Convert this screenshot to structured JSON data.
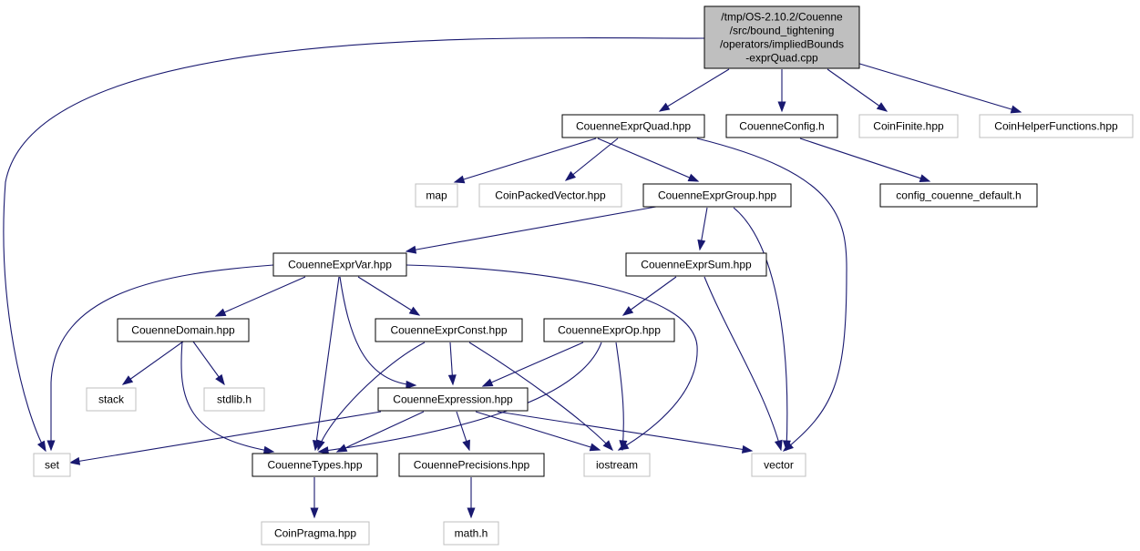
{
  "diagram": {
    "type": "include-dependency-graph",
    "colors": {
      "edge": "#191970",
      "root_fill": "#bfbfbf",
      "node_border": "#000000",
      "external_border": "#bfbfbf"
    },
    "nodes": [
      {
        "id": "root",
        "lines": [
          "/tmp/OS-2.10.2/Couenne",
          "/src/bound_tightening",
          "/operators/impliedBounds",
          "-exprQuad.cpp"
        ],
        "kind": "root"
      },
      {
        "id": "exprquad",
        "lines": [
          "CouenneExprQuad.hpp"
        ],
        "kind": "local"
      },
      {
        "id": "config",
        "lines": [
          "CouenneConfig.h"
        ],
        "kind": "local"
      },
      {
        "id": "coinfinite",
        "lines": [
          "CoinFinite.hpp"
        ],
        "kind": "external"
      },
      {
        "id": "coinhelper",
        "lines": [
          "CoinHelperFunctions.hpp"
        ],
        "kind": "external"
      },
      {
        "id": "map",
        "lines": [
          "map"
        ],
        "kind": "external"
      },
      {
        "id": "coinpacked",
        "lines": [
          "CoinPackedVector.hpp"
        ],
        "kind": "external"
      },
      {
        "id": "exprgroup",
        "lines": [
          "CouenneExprGroup.hpp"
        ],
        "kind": "local"
      },
      {
        "id": "configdefault",
        "lines": [
          "config_couenne_default.h"
        ],
        "kind": "local"
      },
      {
        "id": "exprvar",
        "lines": [
          "CouenneExprVar.hpp"
        ],
        "kind": "local"
      },
      {
        "id": "exprsum",
        "lines": [
          "CouenneExprSum.hpp"
        ],
        "kind": "local"
      },
      {
        "id": "domain",
        "lines": [
          "CouenneDomain.hpp"
        ],
        "kind": "local"
      },
      {
        "id": "exprconst",
        "lines": [
          "CouenneExprConst.hpp"
        ],
        "kind": "local"
      },
      {
        "id": "exprop",
        "lines": [
          "CouenneExprOp.hpp"
        ],
        "kind": "local"
      },
      {
        "id": "stack",
        "lines": [
          "stack"
        ],
        "kind": "external"
      },
      {
        "id": "stdlib",
        "lines": [
          "stdlib.h"
        ],
        "kind": "external"
      },
      {
        "id": "expression",
        "lines": [
          "CouenneExpression.hpp"
        ],
        "kind": "local"
      },
      {
        "id": "set",
        "lines": [
          "set"
        ],
        "kind": "external"
      },
      {
        "id": "types",
        "lines": [
          "CouenneTypes.hpp"
        ],
        "kind": "local"
      },
      {
        "id": "precisions",
        "lines": [
          "CouennePrecisions.hpp"
        ],
        "kind": "local"
      },
      {
        "id": "iostream",
        "lines": [
          "iostream"
        ],
        "kind": "external"
      },
      {
        "id": "vector",
        "lines": [
          "vector"
        ],
        "kind": "external"
      },
      {
        "id": "coinpragma",
        "lines": [
          "CoinPragma.hpp"
        ],
        "kind": "external"
      },
      {
        "id": "mathh",
        "lines": [
          "math.h"
        ],
        "kind": "external"
      }
    ],
    "edges": [
      [
        "root",
        "set"
      ],
      [
        "root",
        "exprquad"
      ],
      [
        "root",
        "config"
      ],
      [
        "root",
        "coinfinite"
      ],
      [
        "root",
        "coinhelper"
      ],
      [
        "exprquad",
        "map"
      ],
      [
        "exprquad",
        "coinpacked"
      ],
      [
        "exprquad",
        "exprgroup"
      ],
      [
        "exprquad",
        "vector"
      ],
      [
        "config",
        "configdefault"
      ],
      [
        "exprgroup",
        "exprvar"
      ],
      [
        "exprgroup",
        "exprsum"
      ],
      [
        "exprgroup",
        "vector"
      ],
      [
        "exprvar",
        "set"
      ],
      [
        "exprvar",
        "domain"
      ],
      [
        "exprvar",
        "exprconst"
      ],
      [
        "exprvar",
        "types"
      ],
      [
        "exprvar",
        "expression"
      ],
      [
        "exprvar",
        "iostream"
      ],
      [
        "exprsum",
        "exprop"
      ],
      [
        "exprsum",
        "vector"
      ],
      [
        "domain",
        "stack"
      ],
      [
        "domain",
        "stdlib"
      ],
      [
        "domain",
        "types"
      ],
      [
        "exprconst",
        "expression"
      ],
      [
        "exprconst",
        "types"
      ],
      [
        "exprconst",
        "iostream"
      ],
      [
        "exprop",
        "expression"
      ],
      [
        "exprop",
        "types"
      ],
      [
        "exprop",
        "iostream"
      ],
      [
        "expression",
        "set"
      ],
      [
        "expression",
        "types"
      ],
      [
        "expression",
        "precisions"
      ],
      [
        "expression",
        "iostream"
      ],
      [
        "expression",
        "vector"
      ],
      [
        "types",
        "coinpragma"
      ],
      [
        "precisions",
        "mathh"
      ]
    ]
  }
}
